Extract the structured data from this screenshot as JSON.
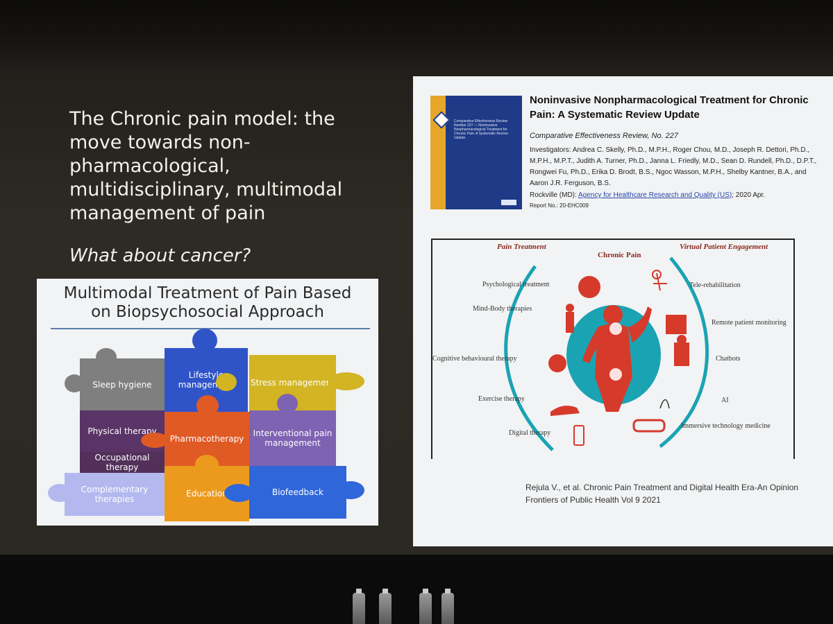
{
  "left": {
    "title": "The Chronic pain model: the move towards non-pharmacological, multidisciplinary, multimodal management of pain",
    "subtitle": "What about cancer?"
  },
  "puzzle": {
    "title_line1": "Multimodal Treatment of Pain Based",
    "title_line2": "on Biopsychosocial Approach",
    "pieces": {
      "sleep": "Sleep hygiene",
      "lifestyle": "Lifestyle management",
      "stress": "Stress management",
      "physical": "Physical therapy",
      "pharmaco": "Pharmacotherapy",
      "interventional": "Interventional pain management",
      "occupational": "Occupational therapy",
      "education": "Education",
      "complementary": "Complementary therapies",
      "biofeedback": "Biofeedback"
    },
    "colors": {
      "sleep": "#7f7f7f",
      "lifestyle": "#2f54c8",
      "stress": "#d3b423",
      "physical": "#5a3466",
      "pharmaco": "#e05a24",
      "interventional": "#7e63b2",
      "occupational": "#52305a",
      "education": "#ec9a1e",
      "complementary": "#b3b9ef",
      "biofeedback": "#2f66d9"
    }
  },
  "paper": {
    "cover_text": "Comparative Effectiveness Review Number 227 — Noninvasive Nonpharmacological Treatment for Chronic Pain: A Systematic Review Update",
    "title": "Noninvasive Nonpharmacological Treatment for Chronic Pain: A Systematic Review Update",
    "series": "Comparative Effectiveness Review, No. 227",
    "authors": "Investigators: Andrea C. Skelly, Ph.D., M.P.H., Roger Chou, M.D., Joseph R. Dettori, Ph.D., M.P.H., M.P.T., Judith A. Turner, Ph.D., Janna L. Friedly, M.D., Sean D. Rundell, Ph.D., D.P.T., Rongwei Fu, Ph.D., Erika D. Brodt, B.S., Ngoc Wasson, M.P.H., Shelby Kantner, B.A., and Aaron J.R. Ferguson, B.S.",
    "pub_prefix": "Rockville (MD): ",
    "pub_link": "Agency for Healthcare Research and Quality (US)",
    "pub_suffix": "; 2020 Apr.",
    "report_no": "Report No.: 20-EHC009"
  },
  "figure": {
    "left_head": "Pain Treatment",
    "center_head": "Chronic Pain",
    "right_head": "Virtual Patient Engagement",
    "left_items": [
      "Psychological treatment",
      "Mind-Body therapies",
      "Cognitive behavioural therapy",
      "Exercise therapy",
      "Digital therapy"
    ],
    "right_items": [
      "Tele-rehabilitation",
      "Remote patient monitoring",
      "Chatbots",
      "AI",
      "Immersive technology medicine"
    ],
    "accent_red": "#d63a2a",
    "accent_teal": "#1aa3b3"
  },
  "citation": "Rejula V., et al. Chronic Pain Treatment and Digital Health Era-An Opinion  Frontiers of Public Health  Vol 9 2021"
}
